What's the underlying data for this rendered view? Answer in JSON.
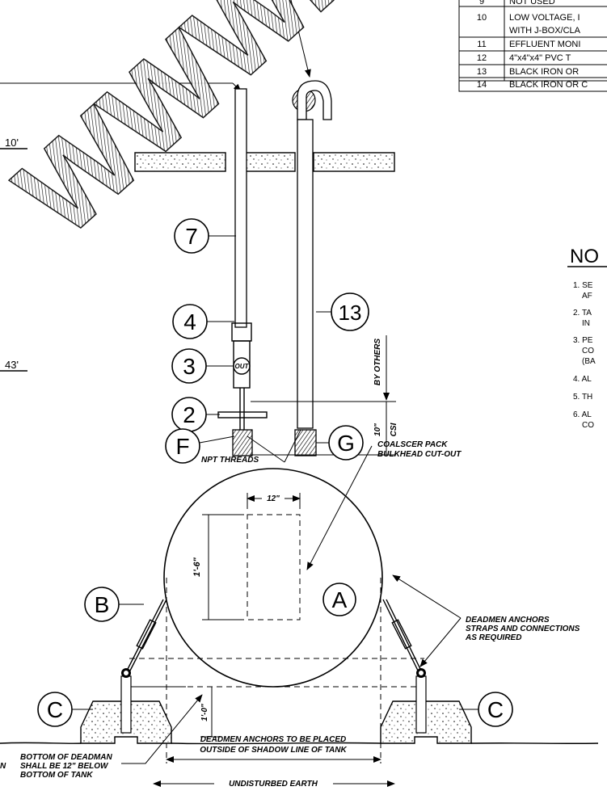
{
  "schedule": {
    "rows": [
      {
        "no": "9",
        "desc": "NOT USED"
      },
      {
        "no": "10",
        "desc": "LOW VOLTAGE, I",
        "desc2": "WITH J-BOX/CLA"
      },
      {
        "no": "11",
        "desc": "EFFLUENT MONI"
      },
      {
        "no": "12",
        "desc": "4\"x4\"x4\" PVC T"
      },
      {
        "no": "13",
        "desc": "BLACK IRON OR"
      },
      {
        "no": "14",
        "desc": "BLACK IRON OR C"
      }
    ]
  },
  "notes": {
    "heading": "NO",
    "items": [
      {
        "l1": "1. SE",
        "l2": "AF"
      },
      {
        "l1": "2.  TA",
        "l2": "IN"
      },
      {
        "l1": "3. PE",
        "l2": "CO",
        "l3": "(BA"
      },
      {
        "l1": "4. AL"
      },
      {
        "l1": "5. TH"
      },
      {
        "l1": "6. AL",
        "l2": "CO"
      }
    ]
  },
  "elevations": {
    "top": "10'",
    "mid": "43'"
  },
  "bubbles": {
    "b7": "7",
    "b4": "4",
    "b3": "3",
    "b2": "2",
    "bF": "F",
    "b13": "13",
    "bG": "G",
    "bA": "A",
    "bB": "B",
    "bC_left": "C",
    "bC_right": "C"
  },
  "labels": {
    "out": "OUT",
    "by_others": "BY OTHERS",
    "dim_10": "10\"",
    "csi": "CSI",
    "npt_threads": "NPT THREADS",
    "dim_12": "12\"",
    "coalescer_1": "COALSCER PACK",
    "coalescer_2": "BULKHEAD CUT-OUT",
    "dim_1_6": "1'-6\"",
    "dim_1_0": "1'-0\"",
    "deadmen_1": "DEADMEN ANCHORS",
    "deadmen_2": "STRAPS AND CONNECTIONS",
    "deadmen_3": "AS REQUIRED",
    "bottom_1": "BOTTOM OF DEADMAN",
    "bottom_2": "SHALL BE 12\" BELOW",
    "bottom_3": "BOTTOM OF TANK",
    "left_n": "N",
    "placed_1": "DEADMEN ANCHORS TO BE PLACED",
    "placed_2": "OUTSIDE OF SHADOW LINE OF TANK",
    "undisturbed": "UNDISTURBED EARTH"
  },
  "watermark": "WWW.LL"
}
